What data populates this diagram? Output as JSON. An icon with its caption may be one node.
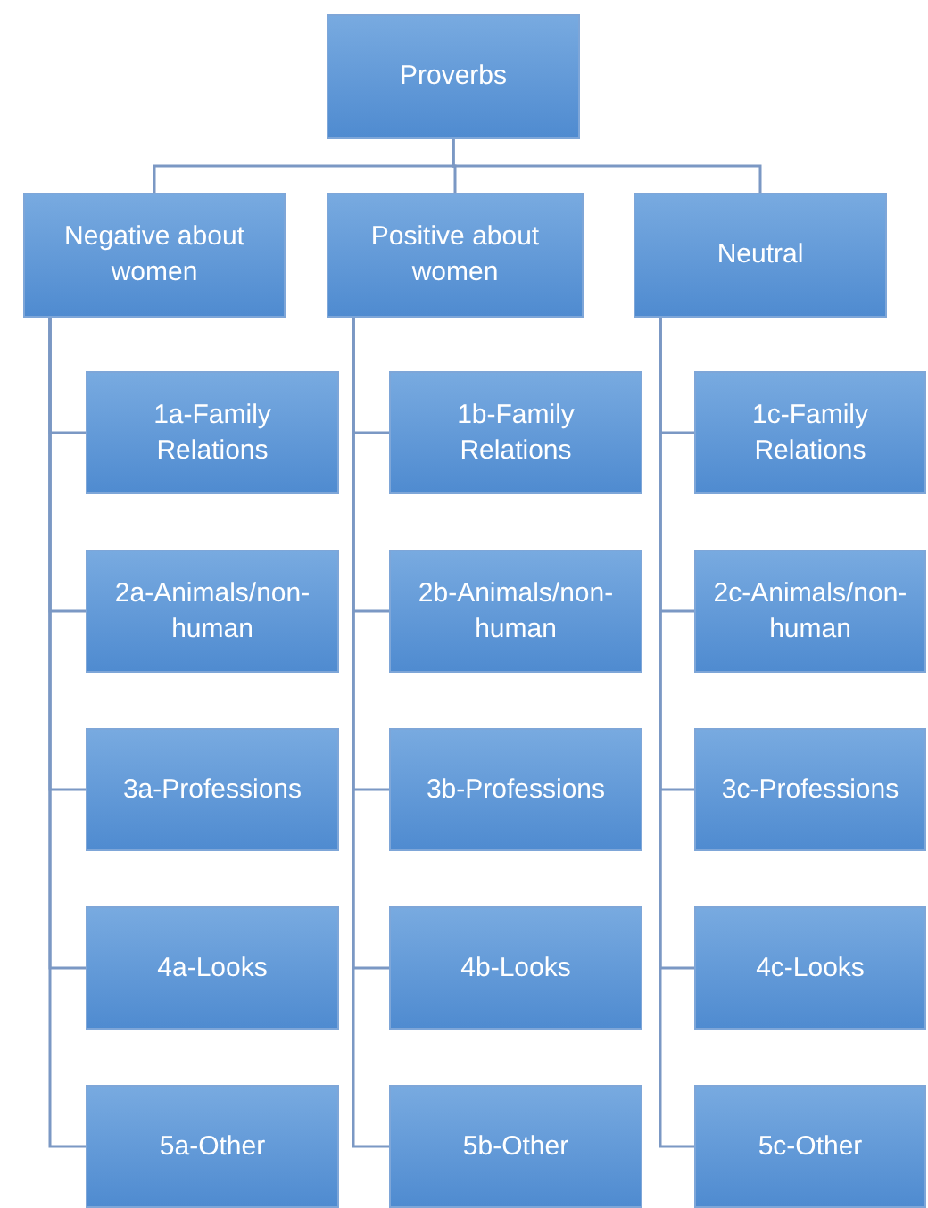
{
  "diagram": {
    "nodes": [
      {
        "text": [
          "Proverbs"
        ]
      },
      {
        "text": [
          "Negative about women"
        ]
      },
      {
        "text": [
          "Positive about women"
        ]
      },
      {
        "text": [
          "Neutral"
        ]
      },
      {
        "text": [
          "1a-Family Relations"
        ]
      },
      {
        "text": [
          "2a-Animals/non-human"
        ]
      },
      {
        "text": [
          "3a-Professions"
        ]
      },
      {
        "text": [
          "4a-Looks"
        ]
      },
      {
        "text": [
          "5a-Other"
        ]
      },
      {
        "text": [
          "1b-Family Relations"
        ]
      },
      {
        "text": [
          "2b-Animals/non-human"
        ]
      },
      {
        "text": [
          "3b-Professions"
        ]
      },
      {
        "text": [
          "4b-Looks"
        ]
      },
      {
        "text": [
          "5b-Other"
        ]
      },
      {
        "text": [
          "1c-Family Relations"
        ]
      },
      {
        "text": [
          "2c-Animals/non-human"
        ]
      },
      {
        "text": [
          "3c-Professions"
        ]
      },
      {
        "text": [
          "4c-Looks"
        ]
      },
      {
        "text": [
          "5c-Other"
        ]
      }
    ],
    "edges": [
      {
        "from": 0,
        "to": 1,
        "arrow": "none"
      },
      {
        "from": 0,
        "to": 2,
        "arrow": "none"
      },
      {
        "from": 0,
        "to": 3,
        "arrow": "none"
      },
      {
        "from": 1,
        "to": 4,
        "arrow": "none"
      },
      {
        "from": 1,
        "to": 5,
        "arrow": "none"
      },
      {
        "from": 1,
        "to": 6,
        "arrow": "none"
      },
      {
        "from": 1,
        "to": 7,
        "arrow": "none"
      },
      {
        "from": 1,
        "to": 8,
        "arrow": "none"
      },
      {
        "from": 2,
        "to": 9,
        "arrow": "none"
      },
      {
        "from": 2,
        "to": 10,
        "arrow": "none"
      },
      {
        "from": 2,
        "to": 11,
        "arrow": "none"
      },
      {
        "from": 2,
        "to": 12,
        "arrow": "none"
      },
      {
        "from": 2,
        "to": 13,
        "arrow": "none"
      },
      {
        "from": 3,
        "to": 14,
        "arrow": "none"
      },
      {
        "from": 3,
        "to": 15,
        "arrow": "none"
      },
      {
        "from": 3,
        "to": 16,
        "arrow": "none"
      },
      {
        "from": 3,
        "to": 17,
        "arrow": "none"
      },
      {
        "from": 3,
        "to": 18,
        "arrow": "none"
      }
    ]
  }
}
